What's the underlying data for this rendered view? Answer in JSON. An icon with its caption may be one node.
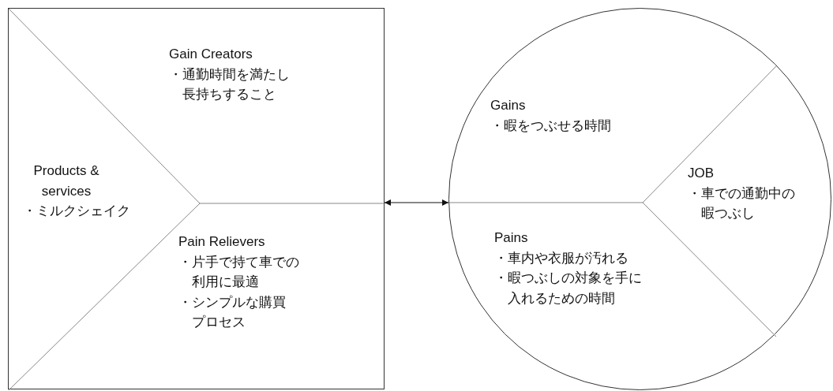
{
  "diagram": {
    "nodes": [
      {
        "text": [],
        "shape": "box"
      },
      {
        "text": [
          "Gain Creators",
          "・通勤時間を満たし長持ちすること"
        ],
        "in": 0
      },
      {
        "text": [
          "Products & services",
          "・ミルクシェイク"
        ],
        "in": 0
      },
      {
        "text": [
          "Pain Relievers",
          "・片手で持て車での利用に最適",
          "・シンプルな購買プロセス"
        ],
        "in": 0
      },
      {
        "text": [],
        "shape": "circle"
      },
      {
        "text": [
          "Gains",
          "・暇をつぶせる時間"
        ],
        "in": 4
      },
      {
        "text": [
          "JOB",
          "・車での通勤中の暇つぶし"
        ],
        "in": 4
      },
      {
        "text": [
          "Pains",
          "・車内や衣服が汚れる",
          "・暇つぶしの対象を手に入れるための時間"
        ],
        "in": 4
      }
    ],
    "edges": [
      {
        "from": 0,
        "to": 4,
        "arrow": "both"
      }
    ]
  }
}
